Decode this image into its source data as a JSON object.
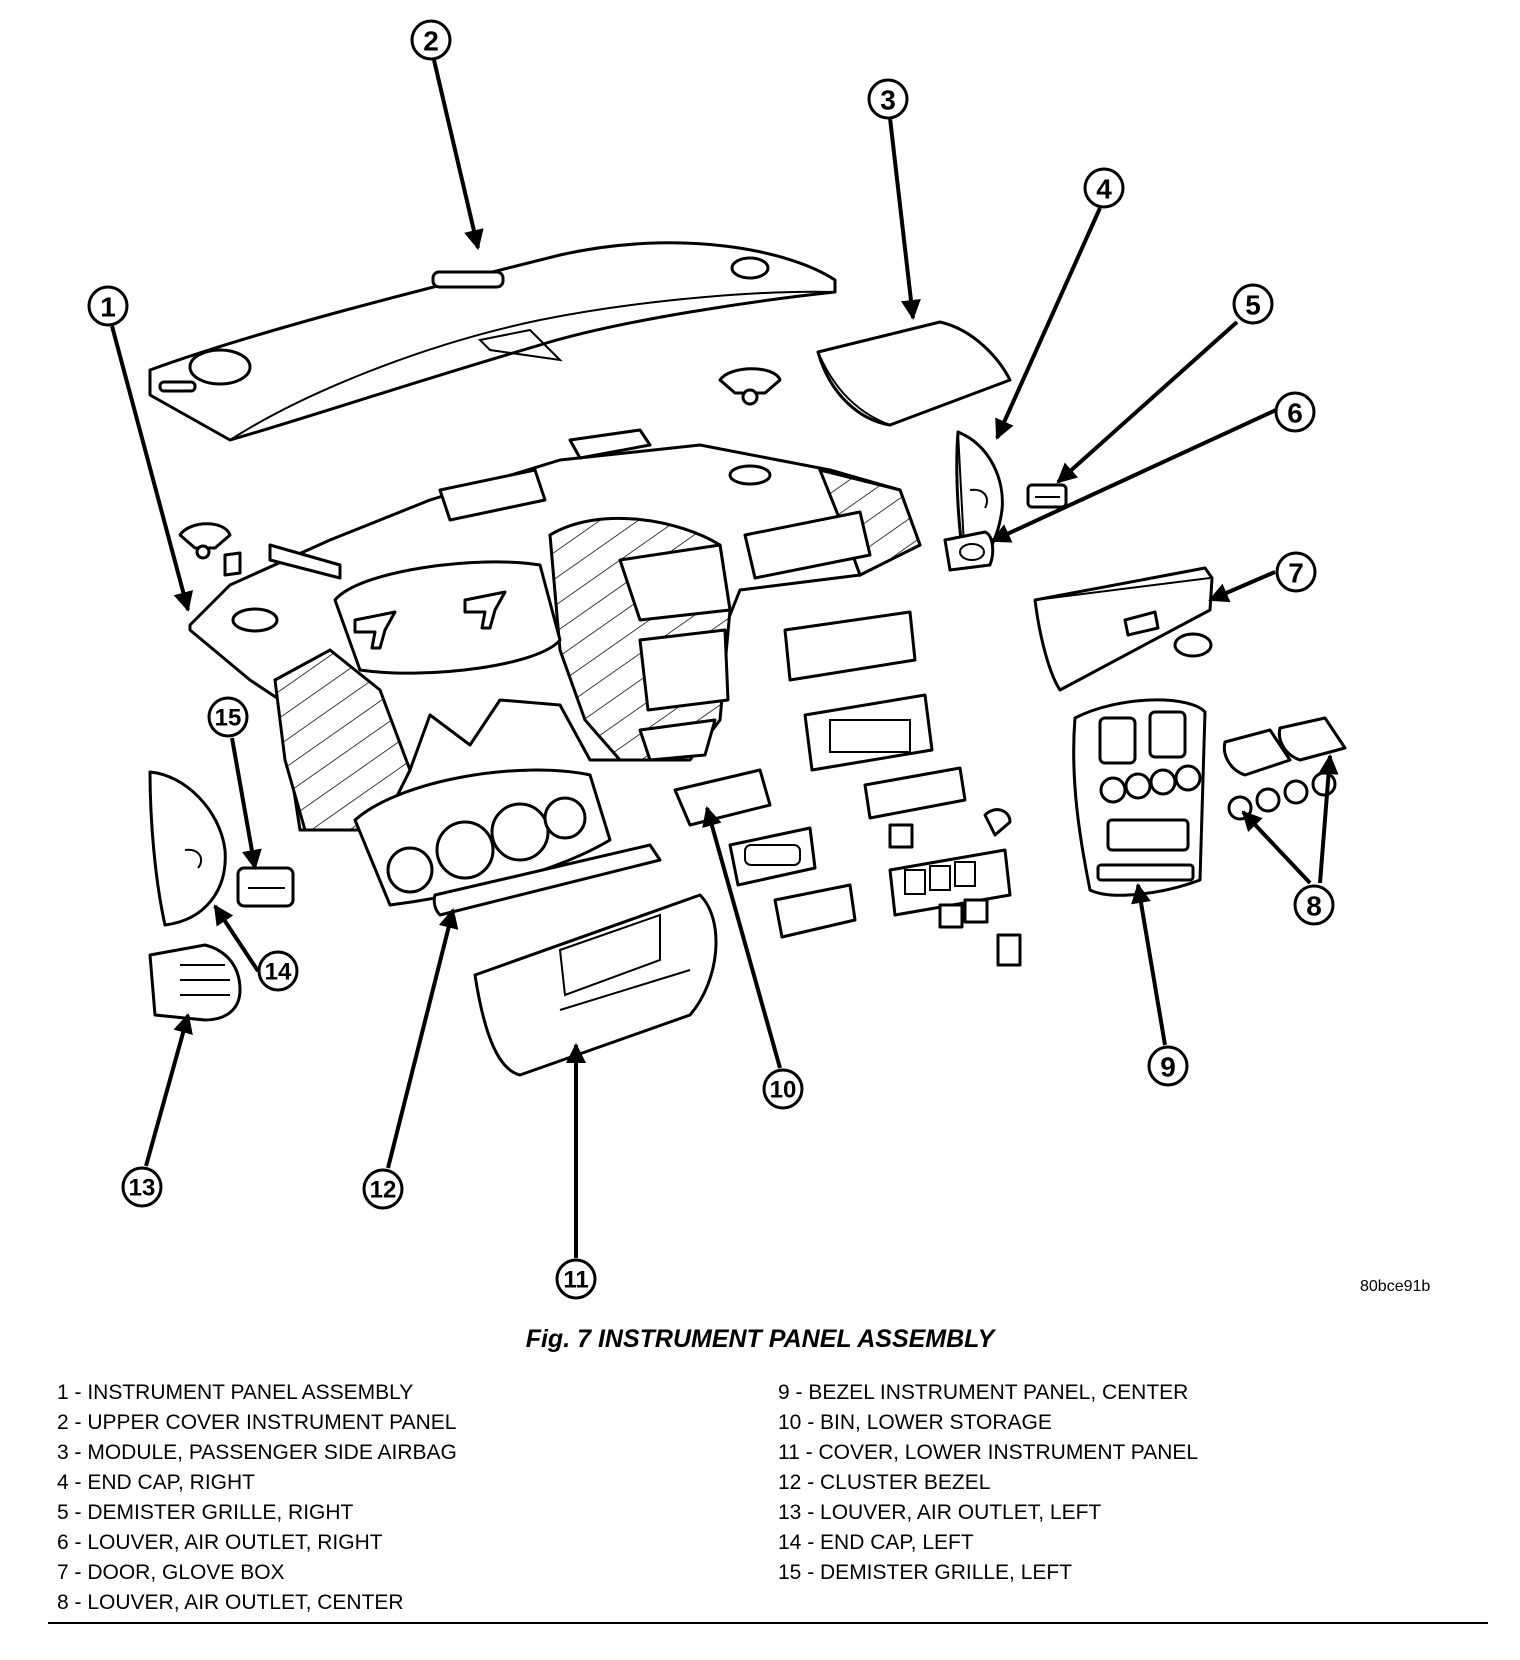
{
  "figure": {
    "reference_code": "80bce91b",
    "caption": "Fig. 7 INSTRUMENT PANEL ASSEMBLY"
  },
  "callouts": [
    {
      "number": "1",
      "label": "INSTRUMENT PANEL ASSEMBLY"
    },
    {
      "number": "2",
      "label": "UPPER COVER INSTRUMENT PANEL"
    },
    {
      "number": "3",
      "label": "MODULE, PASSENGER SIDE AIRBAG"
    },
    {
      "number": "4",
      "label": "END CAP, RIGHT"
    },
    {
      "number": "5",
      "label": "DEMISTER GRILLE, RIGHT"
    },
    {
      "number": "6",
      "label": "LOUVER, AIR OUTLET, RIGHT"
    },
    {
      "number": "7",
      "label": "DOOR, GLOVE BOX"
    },
    {
      "number": "8",
      "label": "LOUVER, AIR OUTLET, CENTER"
    },
    {
      "number": "9",
      "label": "BEZEL INSTRUMENT PANEL, CENTER"
    },
    {
      "number": "10",
      "label": "BIN, LOWER STORAGE"
    },
    {
      "number": "11",
      "label": "COVER, LOWER INSTRUMENT PANEL"
    },
    {
      "number": "12",
      "label": "CLUSTER BEZEL"
    },
    {
      "number": "13",
      "label": "LOUVER, AIR OUTLET, LEFT"
    },
    {
      "number": "14",
      "label": "END CAP, LEFT"
    },
    {
      "number": "15",
      "label": "DEMISTER GRILLE, LEFT"
    }
  ],
  "legend": {
    "left": [
      "1 - INSTRUMENT PANEL ASSEMBLY",
      "2 - UPPER COVER INSTRUMENT PANEL",
      "3 - MODULE, PASSENGER SIDE AIRBAG",
      "4 - END CAP, RIGHT",
      "5 - DEMISTER GRILLE, RIGHT",
      "6 - LOUVER, AIR OUTLET, RIGHT",
      "7 - DOOR, GLOVE BOX",
      "8 - LOUVER, AIR OUTLET, CENTER"
    ],
    "right": [
      "9 - BEZEL INSTRUMENT PANEL, CENTER",
      "10 - BIN, LOWER STORAGE",
      "11 - COVER, LOWER INSTRUMENT PANEL",
      "12 - CLUSTER BEZEL",
      "13 - LOUVER, AIR OUTLET, LEFT",
      "14 - END CAP, LEFT",
      "15 - DEMISTER GRILLE, LEFT"
    ]
  }
}
